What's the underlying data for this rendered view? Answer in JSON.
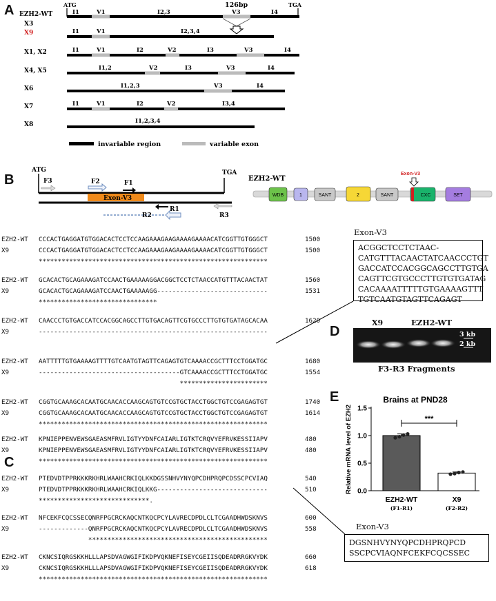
{
  "panelA": {
    "letter": "A",
    "wt_label": "EZH2-WT",
    "atg": "ATG",
    "tga": "TGA",
    "bp_label": "126bp",
    "rows": [
      {
        "label": "EZH2-WT",
        "red": false,
        "segs": [
          "I1",
          "V1",
          "I2,3",
          "V3",
          "I4"
        ]
      },
      {
        "label": "X3",
        "red": false
      },
      {
        "label": "X9",
        "red": true,
        "segs": [
          "I1",
          "V1",
          "I2,3,4"
        ]
      },
      {
        "label": "X1, X2",
        "red": false,
        "segs": [
          "I1",
          "V1",
          "I2",
          "V2",
          "I3",
          "V3",
          "I4"
        ]
      },
      {
        "label": "X4, X5",
        "red": false,
        "segs": [
          "I1,2",
          "V2",
          "I3",
          "V3",
          "I4"
        ]
      },
      {
        "label": "X6",
        "red": false,
        "segs": [
          "I1,2,3",
          "V3",
          "I4"
        ]
      },
      {
        "label": "X7",
        "red": false,
        "segs": [
          "I1",
          "V1",
          "I2",
          "V2",
          "I3,4"
        ]
      },
      {
        "label": "X8",
        "red": false,
        "segs": [
          "I1,2,3,4"
        ]
      }
    ],
    "legend": {
      "invariable": "invariable region",
      "variable": "variable exon"
    }
  },
  "panelB": {
    "letter": "B",
    "atg": "ATG",
    "tga": "TGA",
    "primers": {
      "f1": "F1",
      "f2": "F2",
      "f3": "F3",
      "r1": "R1",
      "r2": "R2",
      "r3": "R3"
    },
    "exon_label": "Exon-V3",
    "domain_title": "EZH2-WT",
    "domain_exon_label": "Exon-V3",
    "domains": [
      {
        "name": "WDB",
        "color": "#6cc24a"
      },
      {
        "name": "1",
        "color": "#b9b6ee"
      },
      {
        "name": "SANT",
        "color": "#c8c8c8"
      },
      {
        "name": "2",
        "color": "#f6d736"
      },
      {
        "name": "SANT",
        "color": "#c8c8c8"
      },
      {
        "name": "CXC",
        "color": "#19b36b"
      },
      {
        "name": "SET",
        "color": "#a57de0"
      }
    ],
    "dna_box_title": "Exon-V3",
    "dna_box_lines": [
      "ACGGCTCCTCTAAC-",
      "CATGTTTACAACTATCAACCCTGT",
      "GACCATCCACGGCAGCCTTGTGA",
      "CAGTTCGTGCCCTTGTGTGATAG",
      "CACAAAATTTTTGTGAAAAGTTT",
      "TGTCAATGTAGTTCAGAGT"
    ]
  },
  "dna_alignment": [
    {
      "l1": "EZH2-WT",
      "s1": "CCCACTGAGGATGTGGACACTCCTCCAAGAAAGAAGAAAAGAAAACATCGGTTGTGGGCT",
      "n1": "1500",
      "l2": "X9",
      "s2": "CCCACTGAGGATGTGGACACTCCTCCAAGAAAGAAGAAAAGAAAACATCGGTTGTGGGCT",
      "n2": "1500",
      "stars": "************************************************************"
    },
    {
      "l1": "EZH2-WT",
      "s1": "GCACACTGCAGAAAGATCCAACTGAAAAAGGACGGCTCCTCTAACCATGTTTACAACTAT",
      "n1": "1560",
      "l2": "X9",
      "s2": "GCACACTGCAGAAAGATCCAACTGAAAAAGG-----------------------------",
      "n2": "1531",
      "stars": "*******************************"
    },
    {
      "l1": "EZH2-WT",
      "s1": "CAACCCTGTGACCATCCACGGCAGCCTTGTGACAGTTCGTGCCCTTGTGTGATAGCACAA",
      "n1": "1620",
      "l2": "X9",
      "s2": "------------------------------------------------------------",
      "n2": "",
      "stars": ""
    },
    {
      "l1": "EZH2-WT",
      "s1": "AATTTTTGTGAAAAGTTTTGTCAATGTAGTTCAGAGTGTCAAAACCGCTTTCCTGGATGC",
      "n1": "1680",
      "l2": "X9",
      "s2": "-------------------------------------GTCAAAACCGCTTTCCTGGATGC",
      "n2": "1554",
      "stars": "                                     ***********************"
    },
    {
      "l1": "EZH2-WT",
      "s1": "CGGTGCAAAGCACAATGCAACACCAAGCAGTGTCCGTGCTACCTGGCTGTCCGAGAGTGT",
      "n1": "1740",
      "l2": "X9",
      "s2": "CGGTGCAAAGCACAATGCAACACCAAGCAGTGTCCGTGCTACCTGGCTGTCCGAGAGTGT",
      "n2": "1614",
      "stars": "************************************************************"
    }
  ],
  "panelC": {
    "letter": "C",
    "alignment": [
      {
        "l1": "EZH2-WT",
        "s1": "KPNIEPPENVEWSGAEASMFRVLIGTYYDNFCAIARLIGTKTCRQVYEFRVKESSIIAPV",
        "n1": "480",
        "l2": "X9",
        "s2": "KPNIEPPENVEWSGAEASMFRVLIGTYYDNFCAIARLIGTKTCRQVYEFRVKESSIIAPV",
        "n2": "480",
        "stars": "************************************************************"
      },
      {
        "l1": "EZH2-WT",
        "s1": "PTEDVDTPPRKKKRKHRLWAAHCRKIQLKKDGSSNHVYNYQPCDHPRQPCDSSCPCVIAQ",
        "n1": "540",
        "l2": "X9",
        "s2": "PTEDVDTPPRKKKRKHRLWAAHCRKIQLKKG-----------------------------",
        "n2": "510",
        "stars": "*****************************."
      },
      {
        "l1": "EZH2-WT",
        "s1": "NFCEKFCQCSSECQNRFPGCRCKAQCNTKQCPCYLAVRECDPDLCLTCGAADHWDSKNVS",
        "n1": "600",
        "l2": "X9",
        "s2": "-------------QNRFPGCRCKAQCNTKQCPCYLAVRECDPDLCLTCGAADHWDSKNVS",
        "n2": "558",
        "stars": "             ***********************************************"
      },
      {
        "l1": "EZH2-WT",
        "s1": "CKNCSIQRGSKKHLLLAPSDVAGWGIFIKDPVQKNEFISEYCGEIISQDEADRRGKVYDK",
        "n1": "660",
        "l2": "X9",
        "s2": "CKNCSIQRGSKKHLLLAPSDVAGWGIFIKDPVQKNEFISEYCGEIISQDEADRRGKVYDK",
        "n2": "618",
        "stars": "************************************************************"
      }
    ],
    "protein_box_title": "Exon-V3",
    "protein_box_lines": [
      "DGSNHVYNYQPCDHPRQPCD",
      "SSCPCVIAQNFCEKFCQCSSEC"
    ]
  },
  "panelD": {
    "letter": "D",
    "x9_label": "X9",
    "wt_label": "EZH2-WT",
    "marker_3kb": "3 kb",
    "marker_2kb": "2 kb",
    "caption": "F3-R3 Fragments"
  },
  "panelE": {
    "letter": "E",
    "chart_data": {
      "type": "bar",
      "title": "Brains at PND28",
      "ylabel": "Relative mRNA level of EZH2",
      "categories": [
        "EZH2-WT",
        "X9"
      ],
      "sublabels": [
        "(F1-R1)",
        "(F2-R2)"
      ],
      "values": [
        1.0,
        0.32
      ],
      "errors": [
        0.03,
        0.02
      ],
      "points": [
        [
          0.96,
          0.98,
          1.01,
          1.03
        ],
        [
          0.3,
          0.31,
          0.33,
          0.34
        ]
      ],
      "ylim": [
        0,
        1.5
      ],
      "yticks": [
        "0.0",
        "0.5",
        "1.0",
        "1.5"
      ],
      "significance": "***",
      "colors": [
        "#5a5a5a",
        "#ffffff"
      ]
    }
  }
}
